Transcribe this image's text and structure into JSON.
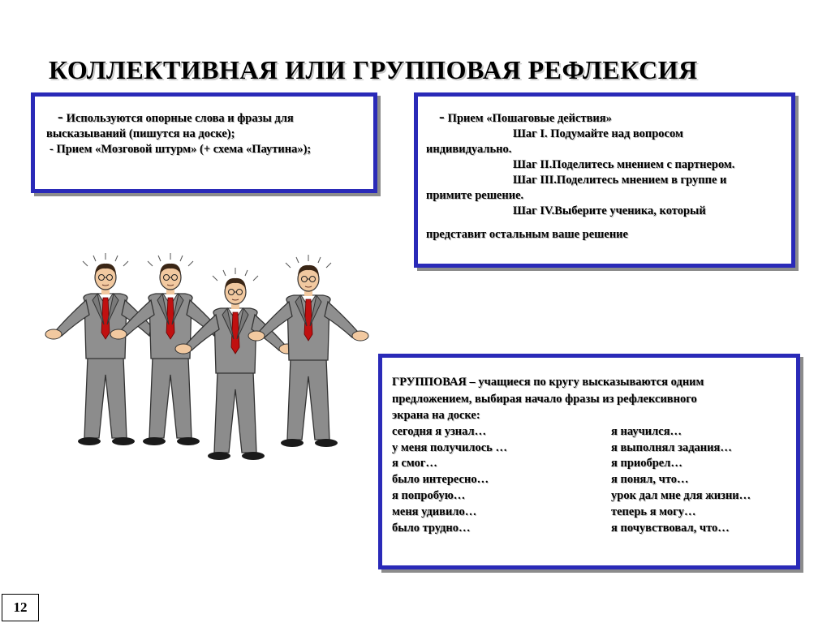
{
  "slide": {
    "title": "КОЛЛЕКТИВНАЯ ИЛИ ГРУППОВАЯ РЕФЛЕКСИЯ",
    "page_number": "12"
  },
  "box1": {
    "dash": "-",
    "line1": "Используются опорные слова и фразы для",
    "line2": "высказываний (пишутся на доске);",
    "line3": " - Прием «Мозговой штурм» (+ схема «Паутина»);"
  },
  "box2": {
    "dash": "-",
    "heading": "Прием «Пошаговые действия»",
    "step1a": "Шаг I. Подумайте над вопросом",
    "step1b": "индивидуально.",
    "step2": "Шаг II.Поделитесь мнением с партнером.",
    "step3a": "Шаг III.Поделитесь мнением в группе и",
    "step3b": "примите решение.",
    "step4a": "Шаг IV.Выберите ученика, который",
    "step4b": "представит остальным ваше решение"
  },
  "box3": {
    "intro1": " ГРУППОВАЯ – учащиеся по кругу высказываются одним",
    "intro2": "предложением, выбирая начало фразы из рефлексивного",
    "intro3": "экрана на доске:",
    "left": [
      " сегодня я узнал…",
      "у меня получилось …",
      "я смог…",
      "было интересно…",
      "я попробую…",
      "меня удивило…",
      "было трудно…"
    ],
    "right": [
      "  я научился…",
      "  я выполнял задания…",
      "я приобрел…",
      " я понял, что…",
      "урок дал мне для жизни…",
      " теперь я могу…",
      "я почувствовал, что…"
    ]
  },
  "colors": {
    "frame": "#2a2ab8",
    "suit": "#8a8a8a",
    "tie": "#c01010",
    "skin": "#f2c9a0"
  },
  "illustration": {
    "name": "four-businessmen-clipart"
  }
}
